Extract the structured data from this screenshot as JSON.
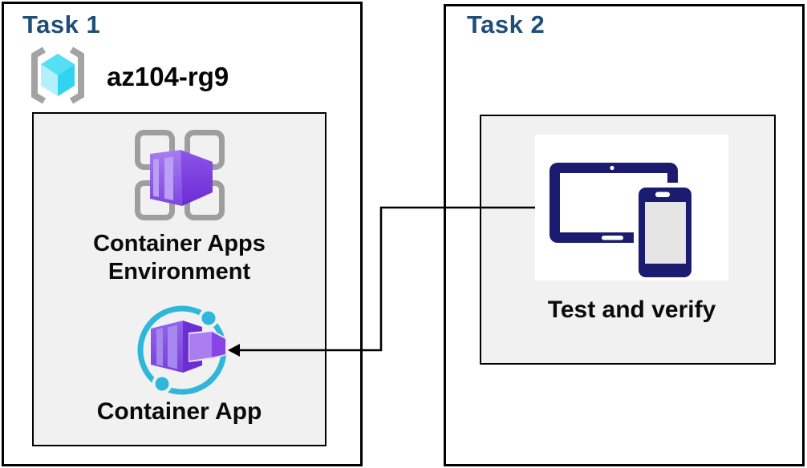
{
  "task1": {
    "title": "Task 1",
    "resource_group_name": "az104-rg9",
    "environment_label": "Container Apps Environment",
    "container_app_label": "Container App"
  },
  "task2": {
    "title": "Task 2",
    "verify_label": "Test and verify"
  },
  "connector": {
    "from": "Test and verify",
    "to": "Container App",
    "style": "elbow-arrow-left"
  },
  "icons": {
    "resource_group": "azure-resource-group-icon",
    "environment": "container-apps-environment-icon",
    "container_app": "container-app-icon",
    "devices": "tablet-and-phone-icon"
  },
  "colors": {
    "title_text": "#1f4e79",
    "label_text": "#0a0a0a",
    "box_border": "#000000",
    "inner_box_fill": "#f1f1f1",
    "container_purple": "#8450e8",
    "container_purple_dark": "#6c2ed4",
    "container_purple_light": "#ab84f0",
    "orbit_cyan": "#2fb7db",
    "cube_cyan_top": "#55dff4",
    "cube_cyan_light": "#b4f0fb",
    "cube_cyan_dark": "#31d3f1",
    "bracket_gray": "#a3a3a3",
    "grid_gray": "#9e9e9e",
    "device_navy": "#1b1b70"
  }
}
